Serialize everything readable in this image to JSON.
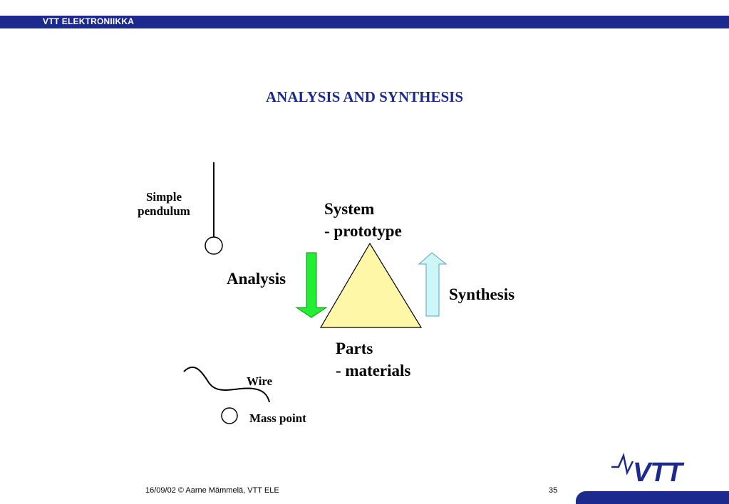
{
  "header": {
    "org": "VTT ELEKTRONIIKKA"
  },
  "slide": {
    "title": "ANALYSIS AND SYNTHESIS",
    "pendulum_label": [
      "Simple",
      "pendulum"
    ],
    "system_label": [
      "System",
      "- prototype"
    ],
    "parts_label": [
      "Parts",
      "- materials"
    ],
    "analysis_label": "Analysis",
    "synthesis_label": "Synthesis",
    "wire_label": "Wire",
    "mass_point_label": "Mass point"
  },
  "colors": {
    "brand_blue": "#1b2a8c",
    "triangle_fill": "#fff7a8",
    "analysis_arrow": "#22ee33",
    "synthesis_arrow": "#ccf6f8"
  },
  "footer": {
    "credit": "16/09/02 © Aarne Mämmelä, VTT ELE",
    "page_number": "35"
  },
  "logo": {
    "text": "VTT"
  }
}
